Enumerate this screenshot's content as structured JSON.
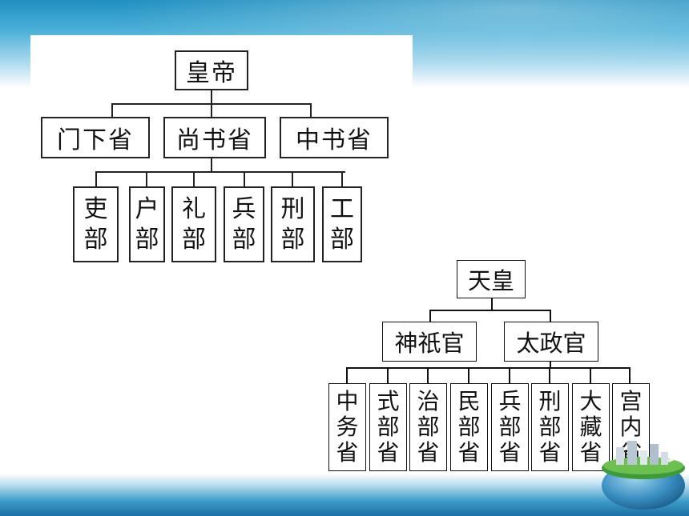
{
  "china_chart": {
    "root": "皇帝",
    "middle": [
      "门下省",
      "尚书省",
      "中书省"
    ],
    "ministries": [
      "吏部",
      "户部",
      "礼部",
      "兵部",
      "刑部",
      "工部"
    ]
  },
  "japan_chart": {
    "root": "天皇",
    "middle": [
      "神祇官",
      "太政官"
    ],
    "ministries": [
      "中务省",
      "式部省",
      "治部省",
      "民部省",
      "兵部省",
      "刑部省",
      "大藏省",
      "宫内省"
    ]
  }
}
